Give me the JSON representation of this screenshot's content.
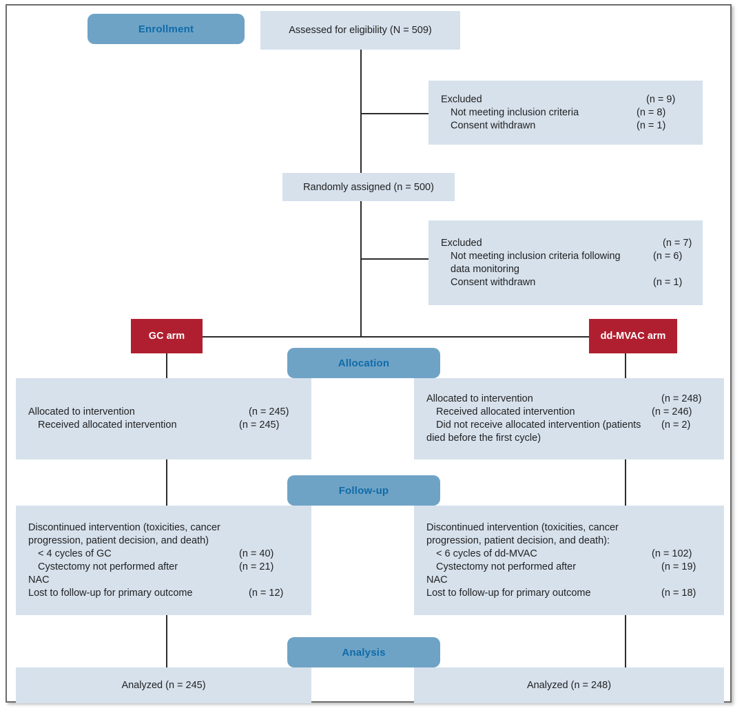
{
  "diagram": {
    "title": "CONSORT participant flow diagram",
    "colors": {
      "stage_pill": "#6fa3c6",
      "stage_text": "#0f6ba8",
      "node_box": "#d6e1ec",
      "arm_box": "#b01f2f",
      "arm_text": "#ffffff",
      "connector": "#2b2b2b",
      "frame": "#6b6b6b"
    },
    "stages": [
      {
        "id": "enrollment",
        "label": "Enrollment"
      },
      {
        "id": "allocation",
        "label": "Allocation"
      },
      {
        "id": "followup",
        "label": "Follow-up"
      },
      {
        "id": "analysis",
        "label": "Analysis"
      }
    ],
    "arms": [
      {
        "id": "gc",
        "label": "GC arm"
      },
      {
        "id": "ddmvac",
        "label": "dd-MVAC arm"
      }
    ],
    "nodes": {
      "assessed": {
        "text": "Assessed for eligibility (N = 509)"
      },
      "randomized": {
        "text": "Randomly assigned (n = 500)"
      },
      "excluded_pre": {
        "rows": [
          {
            "label": "Excluded",
            "count": "(n = 9)",
            "indent": 0
          },
          {
            "label": "Not meeting inclusion criteria",
            "count": "(n = 8)",
            "indent": 1
          },
          {
            "label": "Consent withdrawn",
            "count": "(n = 1)",
            "indent": 1
          }
        ]
      },
      "excluded_post": {
        "rows": [
          {
            "label": "Excluded",
            "count": "(n = 7)",
            "indent": 0
          },
          {
            "label": "Not meeting inclusion criteria following",
            "count": "(n = 6)",
            "indent": 1
          },
          {
            "label": "data monitoring",
            "count": "",
            "indent": 1
          },
          {
            "label": "Consent withdrawn",
            "count": "(n = 1)",
            "indent": 1
          }
        ]
      },
      "alloc_gc": {
        "rows": [
          {
            "label": "Allocated to intervention",
            "count": "(n = 245)",
            "indent": 0
          },
          {
            "label": "Received allocated intervention",
            "count": "(n = 245)",
            "indent": 1
          }
        ]
      },
      "alloc_ddmvac": {
        "rows": [
          {
            "label": "Allocated to intervention",
            "count": "(n = 248)",
            "indent": 0
          },
          {
            "label": "Received allocated intervention",
            "count": "(n = 246)",
            "indent": 1
          },
          {
            "label": "Did not receive allocated intervention (patients",
            "count": "(n = 2)",
            "indent": 1
          },
          {
            "label": "died before the first cycle)",
            "count": "",
            "indent": 0
          }
        ]
      },
      "followup_gc": {
        "rows": [
          {
            "label": "Discontinued intervention (toxicities, cancer",
            "count": "",
            "indent": 0
          },
          {
            "label": "progression, patient decision, and death)",
            "count": "",
            "indent": 0
          },
          {
            "label": "< 4 cycles of GC",
            "count": "(n = 40)",
            "indent": 1
          },
          {
            "label": "Cystectomy not performed after",
            "count": "(n = 21)",
            "indent": 1
          },
          {
            "label": "NAC",
            "count": "",
            "indent": 0
          },
          {
            "label": "Lost to follow-up for primary outcome",
            "count": "(n = 12)",
            "indent": 0
          }
        ]
      },
      "followup_ddmvac": {
        "rows": [
          {
            "label": "Discontinued intervention (toxicities, cancer",
            "count": "",
            "indent": 0
          },
          {
            "label": "progression, patient decision, and death):",
            "count": "",
            "indent": 0
          },
          {
            "label": "< 6 cycles of dd-MVAC",
            "count": "(n = 102)",
            "indent": 1
          },
          {
            "label": "Cystectomy not performed after",
            "count": "(n = 19)",
            "indent": 1
          },
          {
            "label": "NAC",
            "count": "",
            "indent": 0
          },
          {
            "label": "Lost to follow-up for primary outcome",
            "count": "(n = 18)",
            "indent": 0
          }
        ]
      },
      "analyzed_gc": {
        "text": "Analyzed (n = 245)"
      },
      "analyzed_ddmvac": {
        "text": "Analyzed (n = 248)"
      }
    }
  }
}
